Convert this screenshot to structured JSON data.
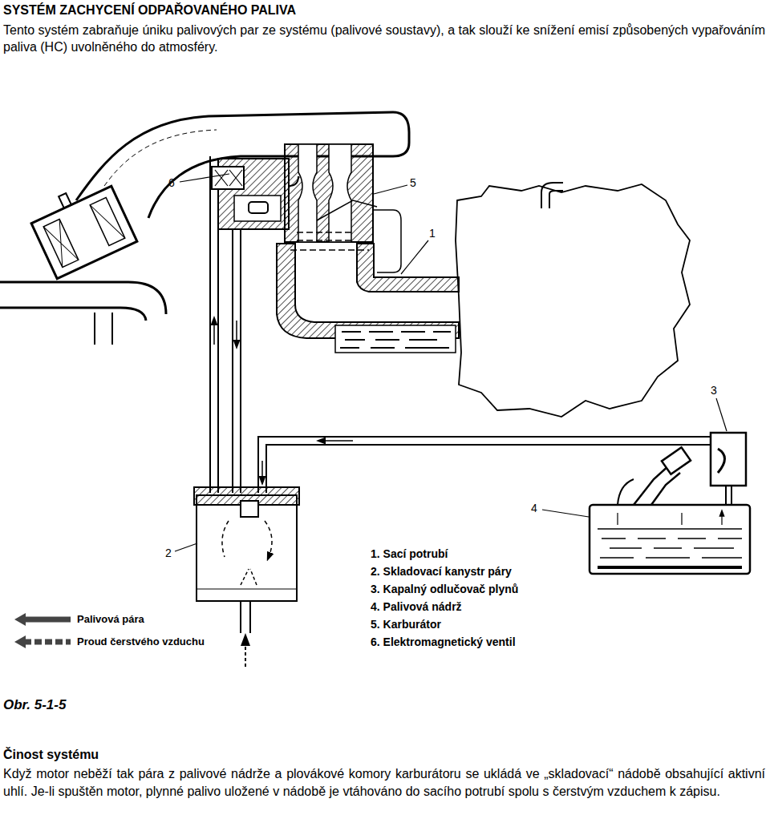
{
  "diagram": {
    "title": "SYSTÉM ZACHYCENÍ ODPAŘOVANÉHO PALIVA",
    "caption": "Obr. 5-1-5",
    "labels": [
      "Tento systém zabraňuje úniku palivových par ze systému (palivové soustavy), a tak slouží ke snížení emisí způsobených vypařováním paliva (HC) uvolněného do atmosféry.",
      "6",
      "5",
      "1",
      "3",
      "4",
      "2",
      "1. Sací potrubí",
      "2. Skladovací kanystr páry",
      "3. Kapalný odlučovač plynů",
      "4. Palivová nádrž",
      "5. Karburátor",
      "6. Elektromagnetický ventil",
      "Činost systému",
      "Když motor neběží tak pára z palivové nádrže a plovákové komory karburátoru se ukládá ve „skladovací“ nádobě obsahující aktivní uhlí. Je-li spuštěn motor, plynné palivo uložené v nádobě je vtáhováno do sacího potrubí spolu s čerstvým vzduchem k zápisu."
    ],
    "legend": [
      {
        "text": "Palivová pára"
      },
      {
        "text": "Proud čerstvého vzduchu"
      }
    ]
  }
}
